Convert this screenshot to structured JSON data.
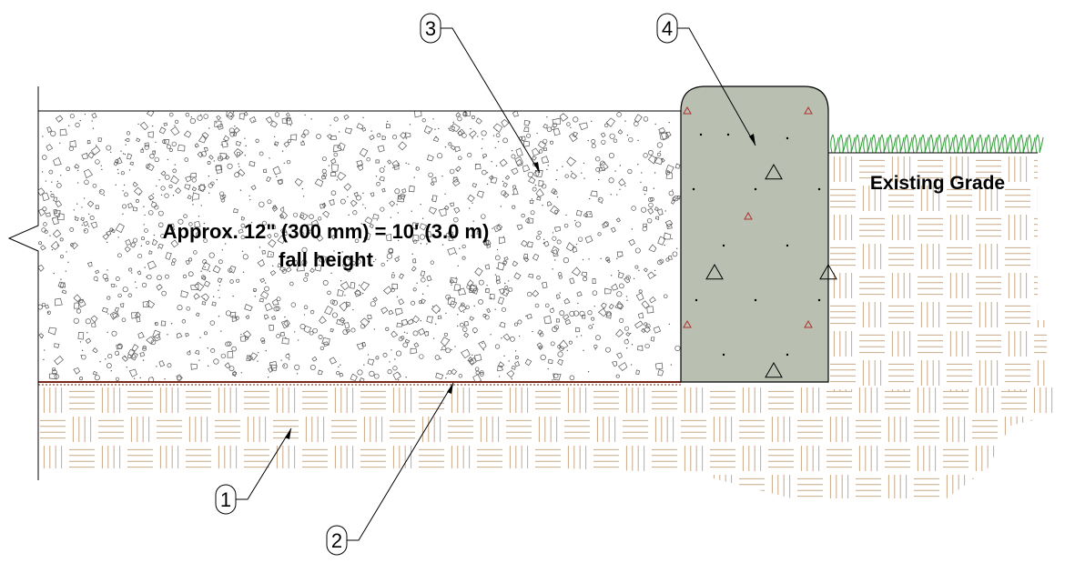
{
  "diagram": {
    "depth_note": {
      "line1": "Approx. 12\" (300 mm) = 10' (3.0 m)",
      "line2": "fall height"
    },
    "existing_grade_label": "Existing Grade",
    "callouts": [
      {
        "number": "1"
      },
      {
        "number": "2"
      },
      {
        "number": "3"
      },
      {
        "number": "4"
      }
    ],
    "colors": {
      "soil_hatch": "#c8a987",
      "fabric_line": "#7a2a1a",
      "concrete_curb": "#b9bfb1",
      "grass": "#2e9e35",
      "aggregate": "#555555",
      "line": "#000000",
      "curb_accent": "#b03030"
    }
  }
}
